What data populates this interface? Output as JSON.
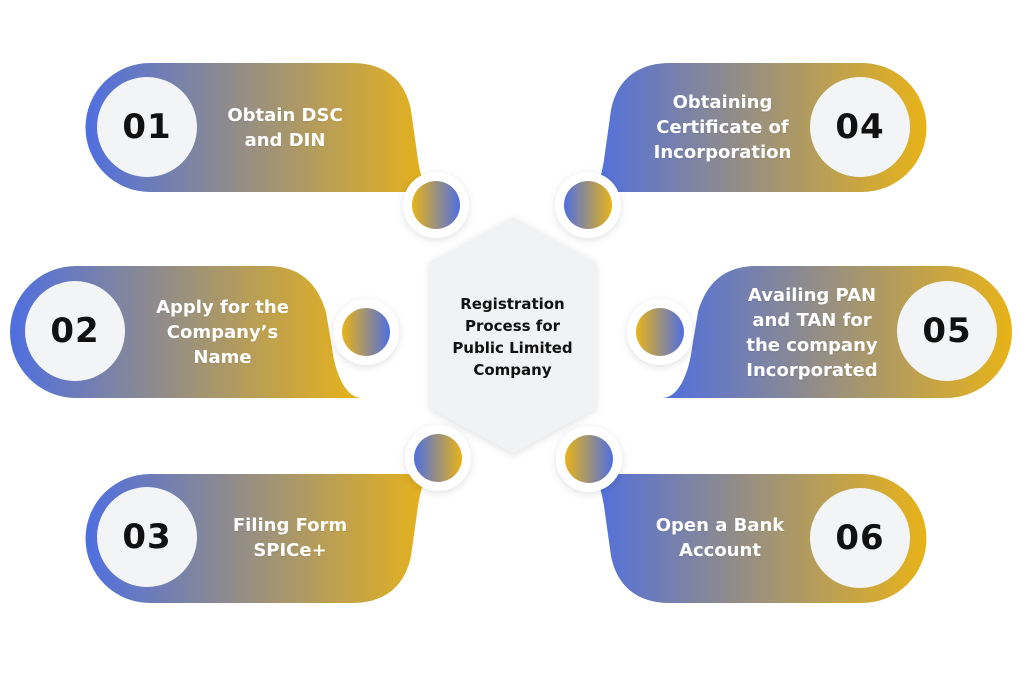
{
  "center": {
    "title_lines": [
      "Registration",
      "Process for",
      "Public Limited",
      "Company"
    ]
  },
  "colors": {
    "blue": "#4F6FE0",
    "gold": "#E8B318",
    "number_circle": "#F3F4F5",
    "hexagon": "#F1F2F3"
  },
  "steps": [
    {
      "number": "01",
      "label": "Obtain DSC\nand DIN"
    },
    {
      "number": "02",
      "label": "Apply for the\nCompany’s\nName"
    },
    {
      "number": "03",
      "label": "Filing Form\nSPICe+"
    },
    {
      "number": "04",
      "label": "Obtaining\nCertificate of\nIncorporation"
    },
    {
      "number": "05",
      "label": "Availing PAN\nand TAN for\nthe company\nIncorporated"
    },
    {
      "number": "06",
      "label": "Open a Bank\nAccount"
    }
  ]
}
